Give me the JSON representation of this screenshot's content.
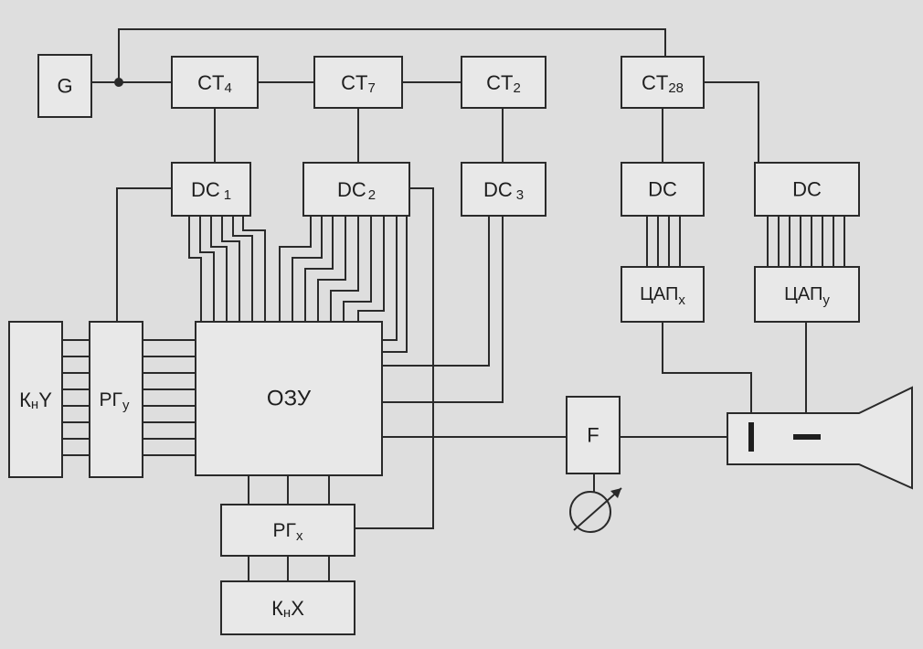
{
  "blocks": {
    "G": "G",
    "ct4": {
      "main": "CT",
      "sub": "4"
    },
    "ct7": {
      "main": "CT",
      "sub": "7"
    },
    "ct2": {
      "main": "CT",
      "sub": "2"
    },
    "ct28": {
      "main": "CT",
      "sub": "28"
    },
    "dc1": {
      "main": "DC",
      "sub": "1"
    },
    "dc2": {
      "main": "DC",
      "sub": "2"
    },
    "dc3": {
      "main": "DC",
      "sub": "3"
    },
    "dc_x": "DC",
    "dc_y": "DC",
    "dac_x": {
      "main": "ЦАП",
      "sub": "x"
    },
    "dac_y": {
      "main": "ЦАП",
      "sub": "y"
    },
    "ram": "ОЗУ",
    "kny": {
      "main": "К",
      "sub": "н",
      "tail": "Y"
    },
    "rgy": {
      "main": "РГ",
      "sub": "y"
    },
    "rgx": {
      "main": "РГ",
      "sub": "x"
    },
    "knx": {
      "main": "К",
      "sub": "н",
      "tail": "X"
    },
    "F": "F"
  },
  "colors": {
    "ink": "#2a2a2a",
    "paper": "#dedede",
    "block_fill": "#e8e8e8"
  }
}
